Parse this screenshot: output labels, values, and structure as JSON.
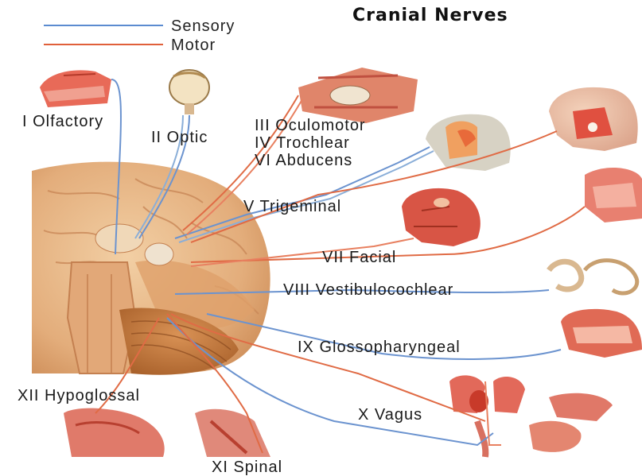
{
  "title": "Cranial Nerves",
  "legend": [
    {
      "label": "Sensory",
      "color": "#5b8bd0"
    },
    {
      "label": "Motor",
      "color": "#e0603a"
    }
  ],
  "nerves": {
    "olfactory": "I Olfactory",
    "optic": "II Optic",
    "oculomotor": "III Oculomotor",
    "trochlear": "IV Trochlear",
    "abducens": "VI Abducens",
    "trigeminal": "V Trigeminal",
    "facial": "VII Facial",
    "vestibulocochlear": "VIII Vestibulocochlear",
    "glossopharyngeal": "IX Glossopharyngeal",
    "vagus": "X Vagus",
    "hypoglossal": "XII Hypoglossal",
    "spinal": "XI Spinal"
  },
  "colors": {
    "brain": "#e8b98a",
    "brainstem": "#d9a070",
    "cerebellum": "#c9803f",
    "muscle": "#d9493a",
    "bone": "#eedbc0"
  }
}
